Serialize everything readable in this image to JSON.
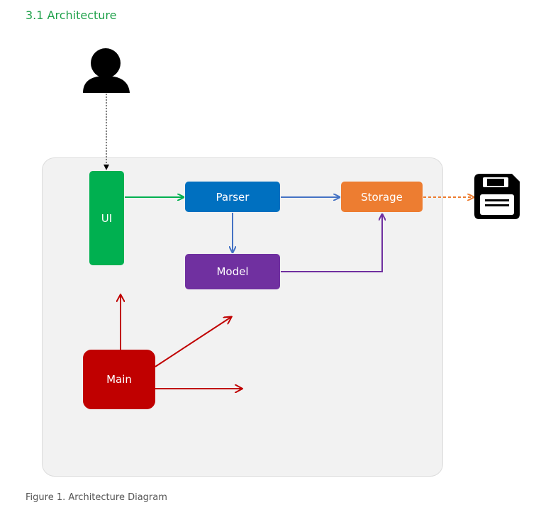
{
  "section_title": "3.1 Architecture",
  "caption": "Figure 1. Architecture Diagram",
  "components": {
    "ui": {
      "label": "UI",
      "color": "#00b050"
    },
    "parser": {
      "label": "Parser",
      "color": "#0070c0"
    },
    "storage": {
      "label": "Storage",
      "color": "#ed7d31"
    },
    "model": {
      "label": "Model",
      "color": "#7030a0"
    },
    "main": {
      "label": "Main",
      "color": "#c00000"
    }
  },
  "icons": {
    "user": "user-silhouette-icon",
    "file": "floppy-disk-icon"
  },
  "connections": [
    {
      "from": "user",
      "to": "ui",
      "style": "dotted",
      "color": "#000000"
    },
    {
      "from": "ui",
      "to": "parser",
      "style": "solid",
      "color": "#00b050"
    },
    {
      "from": "parser",
      "to": "storage",
      "style": "solid",
      "color": "#4472c4"
    },
    {
      "from": "parser",
      "to": "model",
      "style": "solid",
      "color": "#4472c4"
    },
    {
      "from": "model",
      "to": "storage",
      "style": "solid",
      "color": "#7030a0"
    },
    {
      "from": "storage",
      "to": "file",
      "style": "dashed",
      "color": "#ed7d31"
    },
    {
      "from": "main",
      "to": "ui",
      "style": "solid",
      "color": "#c00000"
    },
    {
      "from": "main",
      "to": "parser-area",
      "style": "solid",
      "color": "#c00000"
    },
    {
      "from": "main",
      "to": "right",
      "style": "solid",
      "color": "#c00000"
    }
  ]
}
